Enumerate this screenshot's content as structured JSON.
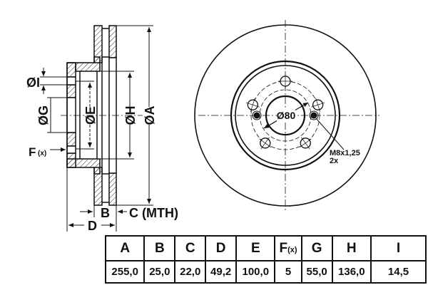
{
  "diagram": {
    "side_view_labels": {
      "dim_I": "ØI",
      "dim_G": "ØG",
      "dim_E": "ØE",
      "dim_H": "ØH",
      "dim_A": "ØA",
      "dim_F": "F",
      "dim_F_sub": "(x)",
      "dim_B": "B",
      "dim_C": "C (MTH)",
      "dim_D": "D"
    },
    "front_view_labels": {
      "center_bore": "Ø80",
      "thread": "M8x1,25",
      "thread_count": "2x"
    },
    "bolt_holes": 5
  },
  "table": {
    "headers": [
      "A",
      "B",
      "C",
      "D",
      "E",
      "F",
      "G",
      "H",
      "I"
    ],
    "f_sub": "(x)",
    "values": [
      "255,0",
      "25,0",
      "22,0",
      "49,2",
      "100,0",
      "5",
      "55,0",
      "136,0",
      "14,5"
    ]
  }
}
